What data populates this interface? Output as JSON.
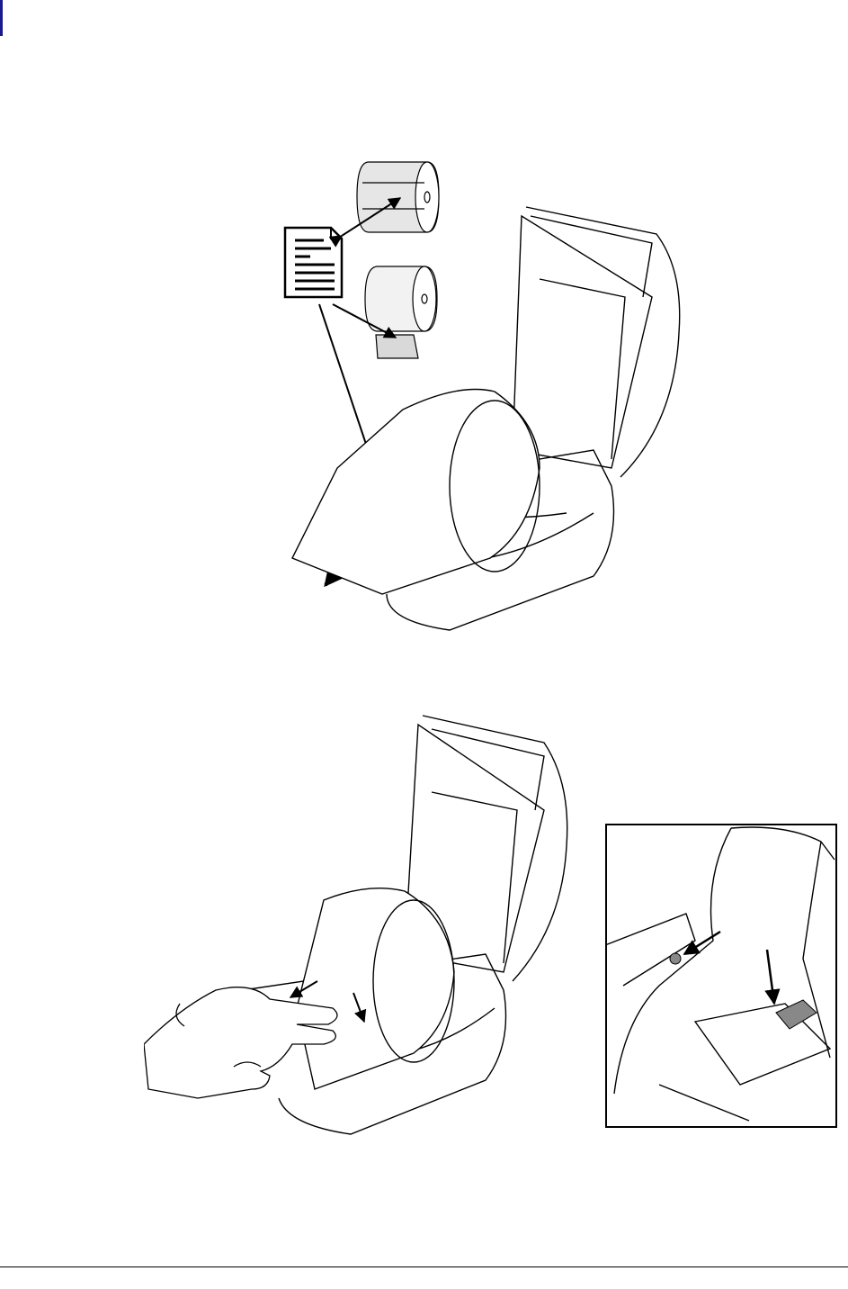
{
  "page": {
    "figures": [
      {
        "id": "load-media-roll"
      },
      {
        "id": "adjust-media-guides"
      },
      {
        "id": "media-guide-detail"
      }
    ]
  },
  "colors": {
    "line": "#000000",
    "media_shade": "#d9d9d9",
    "edge_bar": "#1a1a8c",
    "background": "#ffffff"
  },
  "icons": [
    "document-icon",
    "label-roll-icon",
    "receipt-roll-icon",
    "arrow-icon",
    "hand-icon"
  ]
}
